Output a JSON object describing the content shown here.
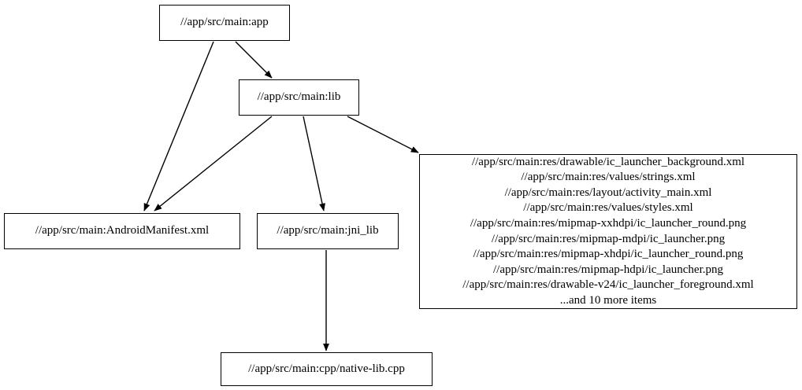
{
  "graph": {
    "type": "directed-dependency-graph",
    "background_color": "#ffffff",
    "node_border_color": "#000000",
    "edge_color": "#000000",
    "nodes": [
      {
        "id": "app",
        "label": "//app/src/main:app"
      },
      {
        "id": "lib",
        "label": "//app/src/main:lib"
      },
      {
        "id": "manifest",
        "label": "//app/src/main:AndroidManifest.xml"
      },
      {
        "id": "jni_lib",
        "label": "//app/src/main:jni_lib"
      },
      {
        "id": "res",
        "label": "//app/src/main:res/drawable/ic_launcher_background.xml\n//app/src/main:res/values/strings.xml\n//app/src/main:res/layout/activity_main.xml\n//app/src/main:res/values/styles.xml\n//app/src/main:res/mipmap-xxhdpi/ic_launcher_round.png\n//app/src/main:res/mipmap-mdpi/ic_launcher.png\n//app/src/main:res/mipmap-xhdpi/ic_launcher_round.png\n//app/src/main:res/mipmap-hdpi/ic_launcher.png\n//app/src/main:res/drawable-v24/ic_launcher_foreground.xml\n...and 10 more items",
        "lines": [
          "//app/src/main:res/drawable/ic_launcher_background.xml",
          "//app/src/main:res/values/strings.xml",
          "//app/src/main:res/layout/activity_main.xml",
          "//app/src/main:res/values/styles.xml",
          "//app/src/main:res/mipmap-xxhdpi/ic_launcher_round.png",
          "//app/src/main:res/mipmap-mdpi/ic_launcher.png",
          "//app/src/main:res/mipmap-xhdpi/ic_launcher_round.png",
          "//app/src/main:res/mipmap-hdpi/ic_launcher.png",
          "//app/src/main:res/drawable-v24/ic_launcher_foreground.xml",
          "...and 10 more items"
        ]
      },
      {
        "id": "cpp",
        "label": "//app/src/main:cpp/native-lib.cpp"
      }
    ],
    "edges": [
      {
        "from": "app",
        "to": "lib"
      },
      {
        "from": "app",
        "to": "manifest"
      },
      {
        "from": "lib",
        "to": "manifest"
      },
      {
        "from": "lib",
        "to": "jni_lib"
      },
      {
        "from": "lib",
        "to": "res"
      },
      {
        "from": "jni_lib",
        "to": "cpp"
      }
    ]
  }
}
